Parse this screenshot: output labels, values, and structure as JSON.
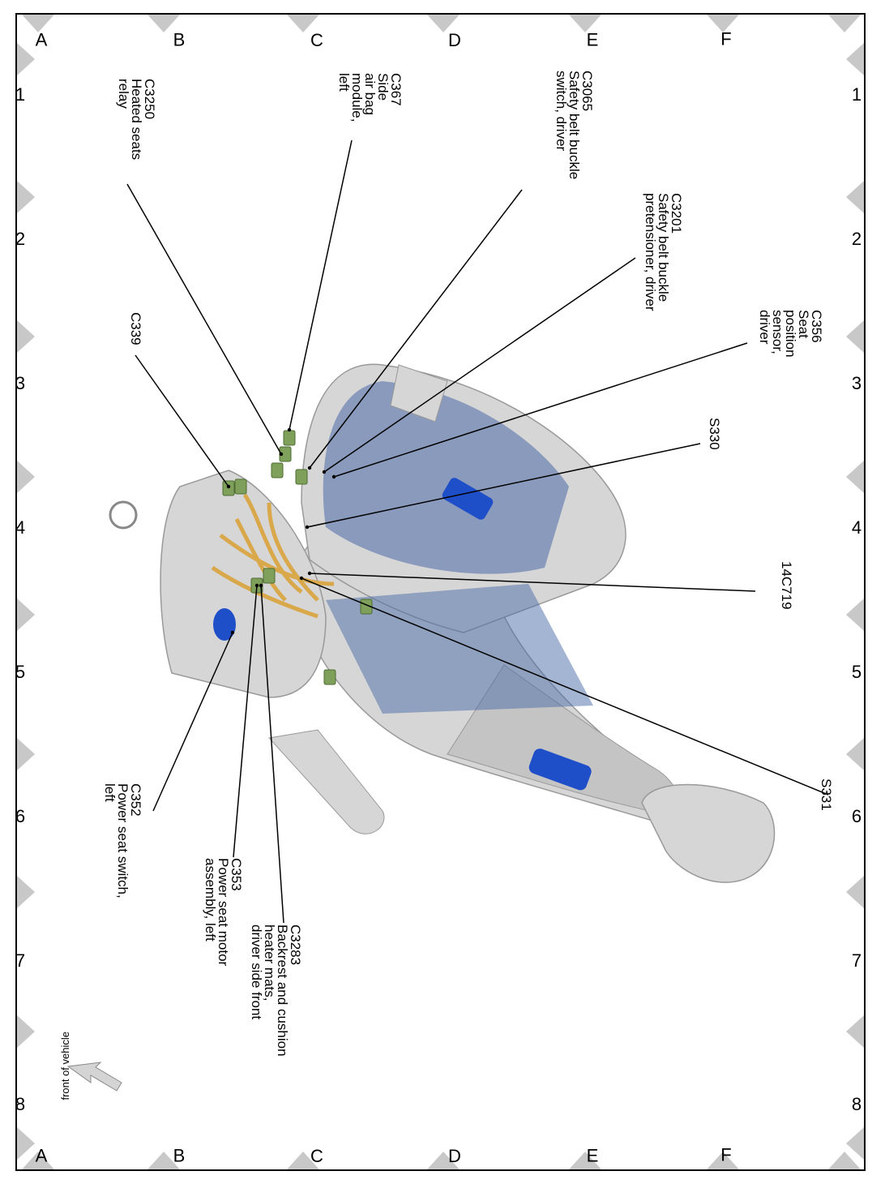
{
  "grid": {
    "rows": [
      "A",
      "B",
      "C",
      "D",
      "E",
      "F"
    ],
    "columns": [
      "1",
      "2",
      "3",
      "4",
      "5",
      "6",
      "7",
      "8"
    ]
  },
  "callouts": [
    {
      "id": "c356",
      "text": "C356\nSeat\nposition\nsensor,\ndriver"
    },
    {
      "id": "c3201",
      "text": "C3201\nSafety belt buckle\npretensioner, driver"
    },
    {
      "id": "s330",
      "text": "S330"
    },
    {
      "id": "c3065",
      "text": "C3065\nSafety belt buckle\nswitch, driver"
    },
    {
      "id": "c367",
      "text": "C367\nSide\nair bag\nmodule,\nleft"
    },
    {
      "id": "c3250",
      "text": "C3250\nHeated seats\nrelay"
    },
    {
      "id": "c339",
      "text": "C339"
    },
    {
      "id": "14c719",
      "text": "14C719"
    },
    {
      "id": "s331",
      "text": "S331"
    },
    {
      "id": "c352",
      "text": "C352\nPower seat switch,\nleft"
    },
    {
      "id": "c353",
      "text": "C353\nPower seat motor\nassembly, left"
    },
    {
      "id": "c3283",
      "text": "C3283\nBackrest and cushion\nheater mats,\ndriver side front"
    }
  ],
  "front_note": "front of vehicle",
  "colors": {
    "seat": "#d6d6d6",
    "transparent_part": "#4a6aa8",
    "connector": "#7fa05a",
    "harness": "#d9a84a",
    "blue_part": "#1f4fc8",
    "marker": "#c8c8c8"
  }
}
